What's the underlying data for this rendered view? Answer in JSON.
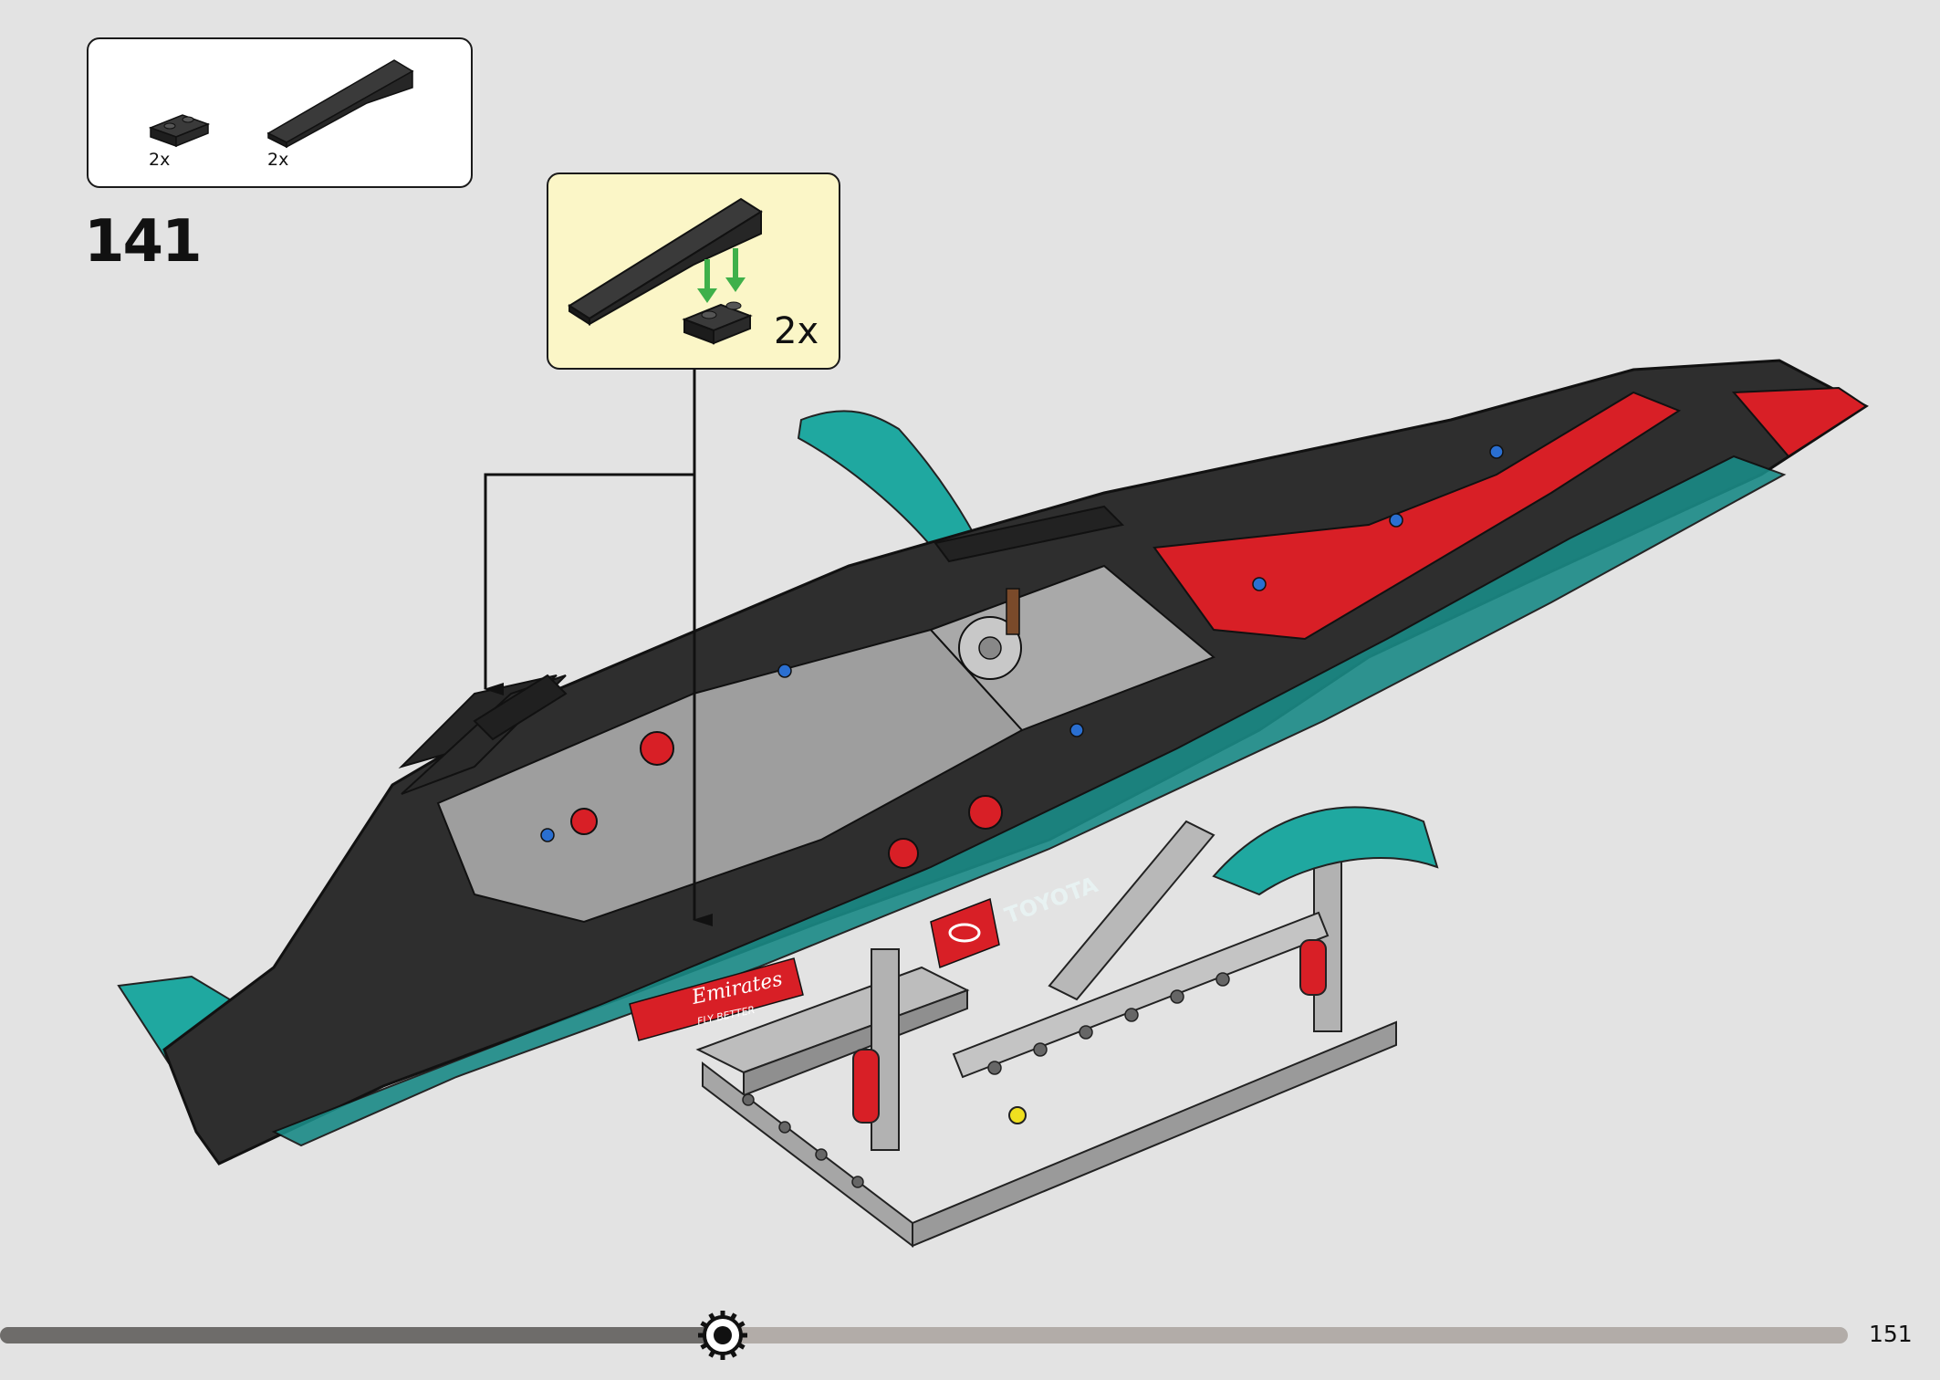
{
  "step": {
    "number": "141"
  },
  "parts_list": {
    "items": [
      {
        "icon": "plate-1x2-black-icon",
        "qty": "2x",
        "color": "#2b2b2b"
      },
      {
        "icon": "wedge-plate-black-icon",
        "qty": "2x",
        "color": "#2b2b2b"
      }
    ]
  },
  "callout": {
    "qty": "2x",
    "background": "#fbf6c7"
  },
  "model": {
    "decals": {
      "sponsor_1": "Emirates",
      "sponsor_1_tagline": "FLY BETTER",
      "sponsor_2": "TOYOTA"
    },
    "colors": {
      "hull": "#2e2e2e",
      "accent_teal": "#1fa8a0",
      "accent_red": "#d81f26",
      "frame_gray": "#b9b9b9"
    }
  },
  "progress": {
    "fraction": 0.39,
    "icon": "sun-gear-icon"
  },
  "page": {
    "number": "151"
  }
}
